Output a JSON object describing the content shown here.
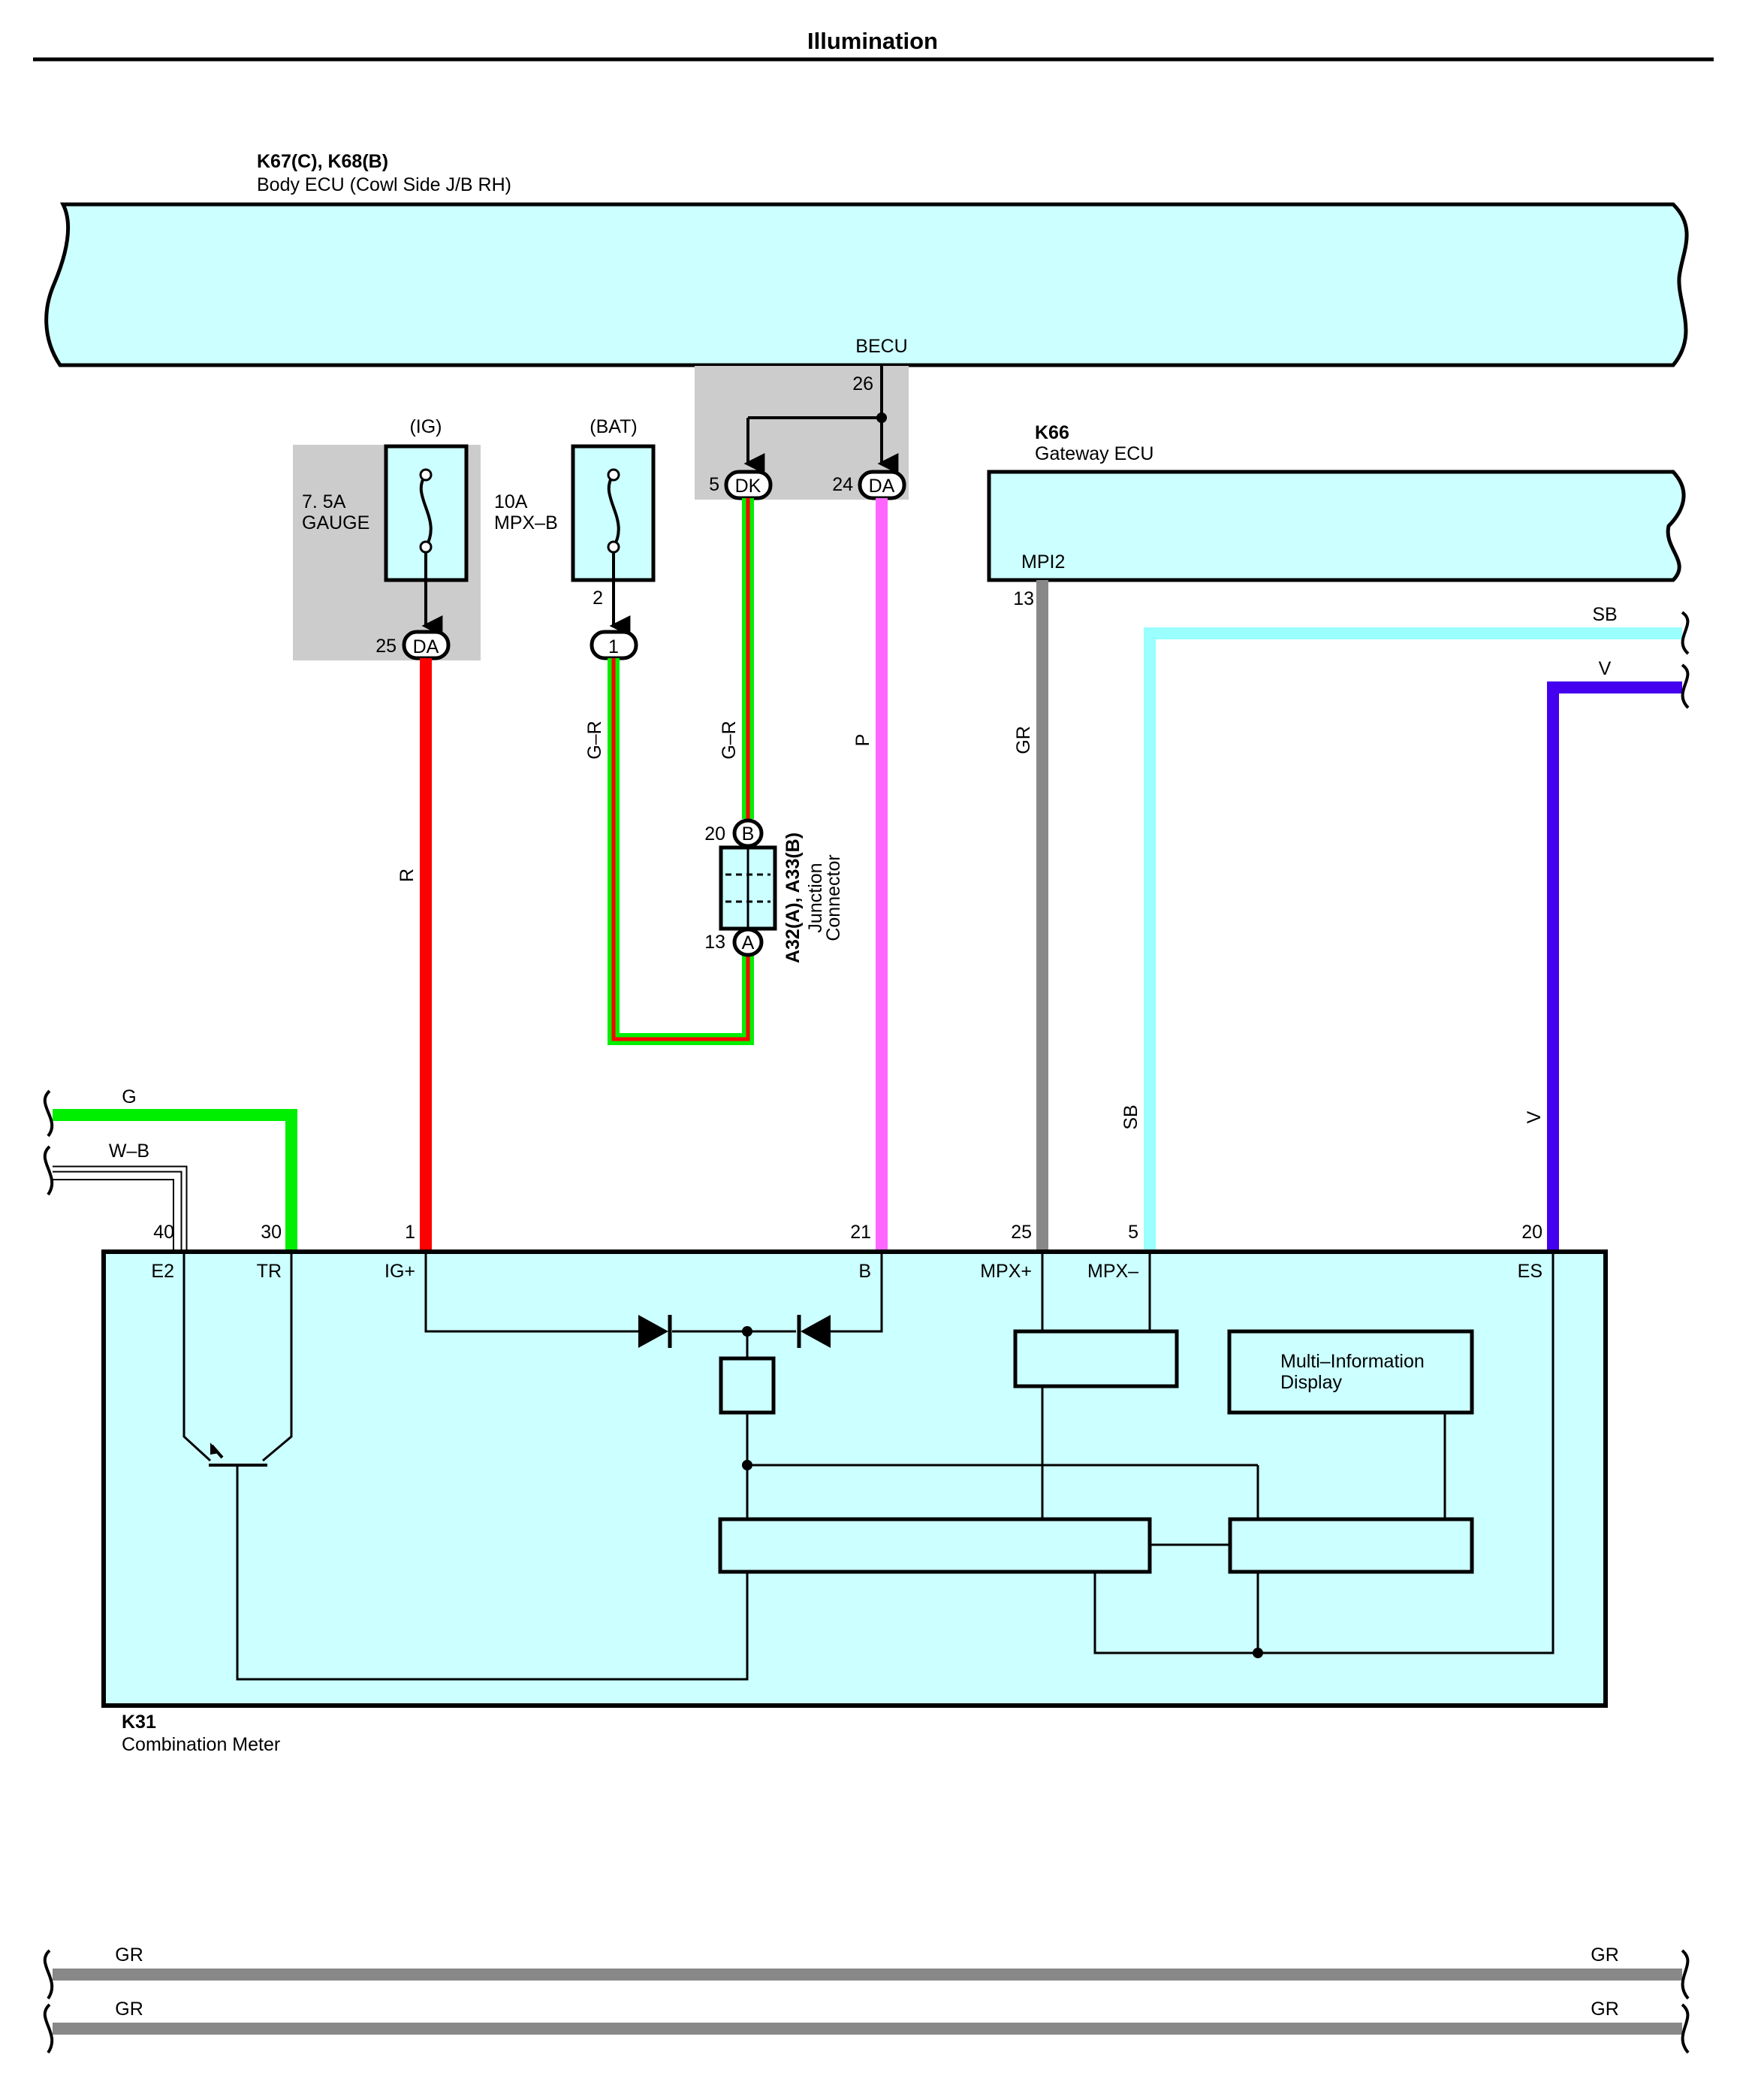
{
  "title": "Illumination",
  "colors": {
    "component_fill": "#ccffff",
    "shade": "#cccccc",
    "wire_R": "#ff0000",
    "wire_G": "#00ee00",
    "wire_P": "#ff66ff",
    "wire_GR": "#888888",
    "wire_SB": "#99ffff",
    "wire_V": "#4400ee",
    "wire_WB": "#ffffff"
  },
  "body_ecu": {
    "connectors": "K67(C), K68(B)",
    "name": "Body ECU (Cowl Side J/B RH)",
    "becu_label": "BECU",
    "becu_pin": "26"
  },
  "fuse_ig": {
    "group": "(IG)",
    "rating": "7. 5A",
    "name": "GAUGE",
    "pin": "25",
    "connector": "DA"
  },
  "fuse_bat": {
    "group": "(BAT)",
    "rating": "10A",
    "name": "MPX–B",
    "pin": "2",
    "connector": "1"
  },
  "becu_out": {
    "pin_dk": "5",
    "conn_dk": "DK",
    "pin_da": "24",
    "conn_da": "DA"
  },
  "gateway_ecu": {
    "connector": "K66",
    "name": "Gateway ECU",
    "terminal": "MPI2",
    "pin": "13"
  },
  "junction": {
    "name_line1": "A32(A), A33(B)",
    "name_line2": "Junction",
    "name_line3": "Connector",
    "pin_top": "20",
    "conn_top": "B",
    "pin_bottom": "13",
    "conn_bottom": "A"
  },
  "wires": {
    "gr_left_1": "G–R",
    "gr_left_2": "G–R",
    "r": "R",
    "p": "P",
    "gr": "GR",
    "sb": "SB",
    "sb_top": "SB",
    "v": "V",
    "v_top": "V",
    "g": "G",
    "wb": "W–B"
  },
  "combo_meter": {
    "connector": "K31",
    "name": "Combination Meter",
    "pins": [
      "40",
      "30",
      "1",
      "21",
      "25",
      "5",
      "20"
    ],
    "terminals": [
      "E2",
      "TR",
      "IG+",
      "B",
      "MPX+",
      "MPX–",
      "ES"
    ],
    "mid_line1": "Multi–Information",
    "mid_line2": "Display"
  },
  "ground_bus": {
    "line1_left": "GR",
    "line1_right": "GR",
    "line2_left": "GR",
    "line2_right": "GR"
  }
}
